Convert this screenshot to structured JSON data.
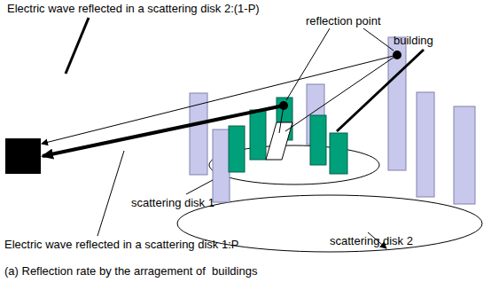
{
  "diagram": {
    "caption": "(a) Reflection rate by the arragement of  buildings",
    "labels": [
      "Electric wave reflected in a scattering disk 2:(1-P)",
      "reflection point",
      "building",
      "scattering disk 1",
      "scattering disk 2",
      "Electric wave reflected in a scattering disk 1:P"
    ]
  }
}
